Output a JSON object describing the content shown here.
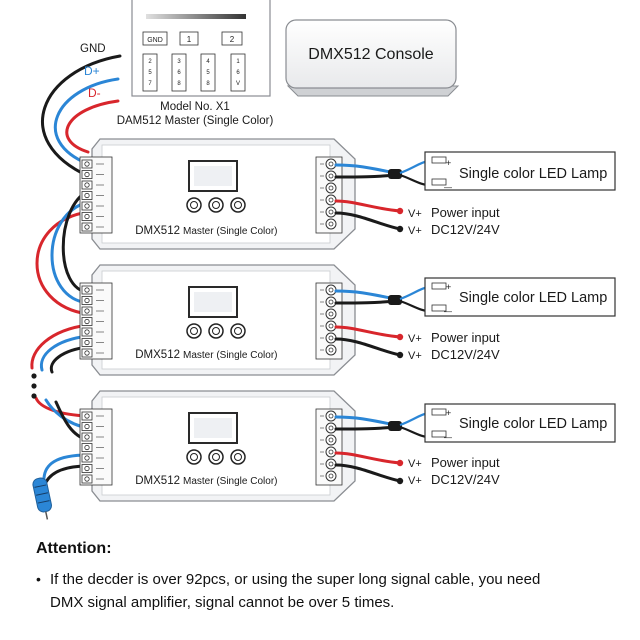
{
  "console_label": "DMX512 Console",
  "x1": {
    "model_no": "Model No. X1",
    "desc": "DAM512 Master (Single Color)",
    "headers": [
      "GND",
      "1",
      "2"
    ],
    "pins": [
      [
        "2",
        "5",
        "7"
      ],
      [
        "3",
        "6",
        "8"
      ],
      [
        "4",
        "5",
        "8"
      ],
      [
        "1",
        "6",
        "V"
      ]
    ]
  },
  "wires": {
    "gnd": "GND",
    "d_plus": "D+",
    "d_minus": "D-"
  },
  "units": [
    {
      "name": "DMX512",
      "sub": "Master (Single Color)",
      "lamp": "Single color LED Lamp",
      "power_label": "Power input",
      "voltage": "DC12V/24V"
    },
    {
      "name": "DMX512",
      "sub": "Master (Single Color)",
      "lamp": "Single color LED Lamp",
      "power_label": "Power input",
      "voltage": "DC12V/24V"
    },
    {
      "name": "DMX512",
      "sub": "Master (Single Color)",
      "lamp": "Single color LED Lamp",
      "power_label": "Power input",
      "voltage": "DC12V/24V"
    }
  ],
  "v_plus": "V+",
  "lamp_plus": "+",
  "lamp_minus": "—",
  "attention": {
    "title": "Attention:",
    "bullet": "•",
    "line1": "If the decder is over 92pcs, or using the super long signal cable, you need",
    "line2": "DMX signal amplifier, signal cannot be over 5 times."
  },
  "colors": {
    "wire_red": "#d8262c",
    "wire_blue": "#2b86d6",
    "wire_black": "#1a1a1a",
    "panel": "#f2f3f5",
    "outline": "#8a8d92"
  }
}
